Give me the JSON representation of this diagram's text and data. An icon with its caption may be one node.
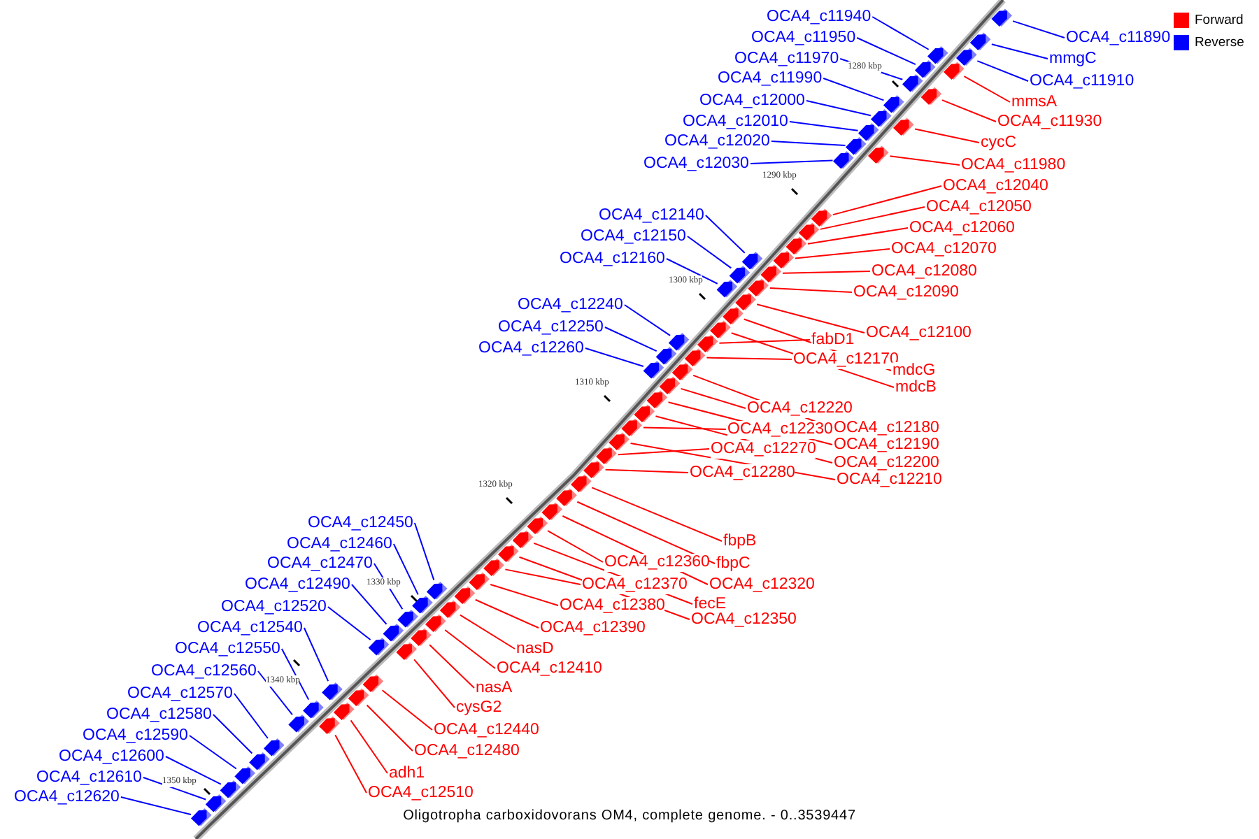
{
  "diagram": {
    "caption": "Oligotropha carboxidovorans OM4, complete genome. - 0..3539447",
    "nodes": [
      {
        "text": [
          "OCA4_c11940"
        ]
      },
      {
        "text": [
          "OCA4_c11950"
        ]
      },
      {
        "text": [
          "OCA4_c11970"
        ]
      },
      {
        "text": [
          "OCA4_c11990"
        ]
      },
      {
        "text": [
          "OCA4_c12000"
        ]
      },
      {
        "text": [
          "OCA4_c12010"
        ]
      },
      {
        "text": [
          "OCA4_c12020"
        ]
      },
      {
        "text": [
          "OCA4_c12030"
        ]
      },
      {
        "text": [
          "OCA4_c11890"
        ]
      },
      {
        "text": [
          "mmgC"
        ]
      },
      {
        "text": [
          "OCA4_c11910"
        ]
      },
      {
        "text": [
          "mmsA"
        ]
      },
      {
        "text": [
          "OCA4_c11930"
        ]
      },
      {
        "text": [
          "cycC"
        ]
      },
      {
        "text": [
          "OCA4_c11980"
        ]
      },
      {
        "text": [
          "OCA4_c12040"
        ]
      },
      {
        "text": [
          "OCA4_c12050"
        ]
      },
      {
        "text": [
          "OCA4_c12060"
        ]
      },
      {
        "text": [
          "OCA4_c12070"
        ]
      },
      {
        "text": [
          "OCA4_c12080"
        ]
      },
      {
        "text": [
          "OCA4_c12090"
        ]
      },
      {
        "text": [
          "OCA4_c12100"
        ]
      },
      {
        "text": [
          "fabD1"
        ]
      },
      {
        "text": [
          "OCA4_c12170"
        ]
      },
      {
        "text": [
          "mdcG"
        ]
      },
      {
        "text": [
          "mdcB"
        ]
      },
      {
        "text": [
          "OCA4_c12140"
        ]
      },
      {
        "text": [
          "OCA4_c12150"
        ]
      },
      {
        "text": [
          "OCA4_c12160"
        ]
      },
      {
        "text": [
          "OCA4_c12240"
        ]
      },
      {
        "text": [
          "OCA4_c12250"
        ]
      },
      {
        "text": [
          "OCA4_c12260"
        ]
      },
      {
        "text": [
          "OCA4_c12220"
        ]
      },
      {
        "text": [
          "OCA4_c12180"
        ]
      },
      {
        "text": [
          "OCA4_c12230"
        ]
      },
      {
        "text": [
          "OCA4_c12190"
        ]
      },
      {
        "text": [
          "OCA4_c12270"
        ]
      },
      {
        "text": [
          "OCA4_c12200"
        ]
      },
      {
        "text": [
          "OCA4_c12280"
        ]
      },
      {
        "text": [
          "OCA4_c12210"
        ]
      },
      {
        "text": [
          "fbpB"
        ]
      },
      {
        "text": [
          "fbpC"
        ]
      },
      {
        "text": [
          "OCA4_c12360"
        ]
      },
      {
        "text": [
          "OCA4_c12320"
        ]
      },
      {
        "text": [
          "OCA4_c12370"
        ]
      },
      {
        "text": [
          "fecE"
        ]
      },
      {
        "text": [
          "OCA4_c12380"
        ]
      },
      {
        "text": [
          "OCA4_c12350"
        ]
      },
      {
        "text": [
          "OCA4_c12390"
        ]
      },
      {
        "text": [
          "nasD"
        ]
      },
      {
        "text": [
          "OCA4_c12410"
        ]
      },
      {
        "text": [
          "nasA"
        ]
      },
      {
        "text": [
          "cysG2"
        ]
      },
      {
        "text": [
          "OCA4_c12440"
        ]
      },
      {
        "text": [
          "OCA4_c12480"
        ]
      },
      {
        "text": [
          "adh1"
        ]
      },
      {
        "text": [
          "OCA4_c12510"
        ]
      },
      {
        "text": [
          "OCA4_c12450"
        ]
      },
      {
        "text": [
          "OCA4_c12460"
        ]
      },
      {
        "text": [
          "OCA4_c12470"
        ]
      },
      {
        "text": [
          "OCA4_c12490"
        ]
      },
      {
        "text": [
          "OCA4_c12520"
        ]
      },
      {
        "text": [
          "OCA4_c12540"
        ]
      },
      {
        "text": [
          "OCA4_c12550"
        ]
      },
      {
        "text": [
          "OCA4_c12560"
        ]
      },
      {
        "text": [
          "OCA4_c12570"
        ]
      },
      {
        "text": [
          "OCA4_c12580"
        ]
      },
      {
        "text": [
          "OCA4_c12590"
        ]
      },
      {
        "text": [
          "OCA4_c12600"
        ]
      },
      {
        "text": [
          "OCA4_c12610"
        ]
      },
      {
        "text": [
          "OCA4_c12620"
        ]
      },
      {
        "text": [],
        "shape": "arrow"
      },
      {
        "text": [],
        "shape": "arrow"
      },
      {
        "text": [],
        "shape": "arrow"
      },
      {
        "text": [],
        "shape": "arrow"
      },
      {
        "text": [],
        "shape": "arrow"
      },
      {
        "text": [],
        "shape": "arrow"
      },
      {
        "text": [],
        "shape": "arrow"
      },
      {
        "text": [],
        "shape": "arrow"
      },
      {
        "text": [],
        "shape": "arrow"
      },
      {
        "text": [],
        "shape": "arrow"
      },
      {
        "text": [],
        "shape": "arrow"
      },
      {
        "text": [],
        "shape": "arrow"
      },
      {
        "text": [],
        "shape": "arrow"
      },
      {
        "text": [],
        "shape": "arrow"
      },
      {
        "text": [],
        "shape": "arrow"
      },
      {
        "text": [],
        "shape": "arrow"
      },
      {
        "text": [],
        "shape": "arrow"
      },
      {
        "text": [],
        "shape": "arrow"
      },
      {
        "text": [],
        "shape": "arrow"
      },
      {
        "text": [],
        "shape": "arrow"
      },
      {
        "text": [],
        "shape": "arrow"
      },
      {
        "text": [],
        "shape": "arrow"
      },
      {
        "text": [],
        "shape": "arrow"
      },
      {
        "text": [],
        "shape": "arrow"
      },
      {
        "text": [],
        "shape": "arrow"
      },
      {
        "text": [],
        "shape": "arrow"
      },
      {
        "text": [],
        "shape": "arrow"
      },
      {
        "text": [],
        "shape": "arrow"
      },
      {
        "text": [],
        "shape": "arrow"
      },
      {
        "text": [],
        "shape": "arrow"
      },
      {
        "text": [],
        "shape": "arrow"
      },
      {
        "text": [],
        "shape": "arrow"
      },
      {
        "text": [],
        "shape": "arrow"
      },
      {
        "text": [],
        "shape": "arrow"
      },
      {
        "text": [],
        "shape": "arrow"
      },
      {
        "text": [],
        "shape": "arrow"
      },
      {
        "text": [],
        "shape": "arrow"
      },
      {
        "text": [],
        "shape": "arrow"
      },
      {
        "text": [],
        "shape": "arrow"
      },
      {
        "text": [],
        "shape": "arrow"
      },
      {
        "text": [],
        "shape": "arrow"
      },
      {
        "text": [],
        "shape": "arrow"
      },
      {
        "text": [],
        "shape": "arrow"
      },
      {
        "text": [],
        "shape": "arrow"
      },
      {
        "text": [],
        "shape": "arrow"
      },
      {
        "text": [],
        "shape": "arrow"
      },
      {
        "text": [],
        "shape": "arrow"
      },
      {
        "text": [],
        "shape": "arrow"
      },
      {
        "text": [],
        "shape": "arrow"
      },
      {
        "text": [],
        "shape": "arrow"
      },
      {
        "text": [],
        "shape": "arrow"
      },
      {
        "text": [],
        "shape": "arrow"
      },
      {
        "text": [],
        "shape": "arrow"
      },
      {
        "text": [],
        "shape": "arrow"
      },
      {
        "text": [],
        "shape": "arrow"
      },
      {
        "text": [],
        "shape": "arrow"
      },
      {
        "text": [],
        "shape": "arrow"
      },
      {
        "text": [],
        "shape": "arrow"
      },
      {
        "text": [],
        "shape": "arrow"
      },
      {
        "text": [],
        "shape": "arrow"
      },
      {
        "text": [],
        "shape": "arrow"
      },
      {
        "text": [],
        "shape": "arrow"
      },
      {
        "text": [],
        "shape": "arrow"
      },
      {
        "text": [],
        "shape": "arrow"
      },
      {
        "text": [],
        "shape": "arrow"
      },
      {
        "text": [],
        "shape": "arrow"
      },
      {
        "text": [],
        "shape": "arrow"
      },
      {
        "text": [],
        "shape": "arrow"
      },
      {
        "text": [],
        "shape": "arrow"
      },
      {
        "text": [],
        "shape": "arrow"
      },
      {
        "text": [],
        "shape": "arrow"
      }
    ],
    "edges": [
      {
        "from": 0,
        "to": 71,
        "arrow": "none",
        "color": "#0000ff"
      },
      {
        "from": 1,
        "to": 72,
        "arrow": "none",
        "color": "#0000ff"
      },
      {
        "from": 2,
        "to": 73,
        "arrow": "none",
        "color": "#0000ff"
      },
      {
        "from": 3,
        "to": 74,
        "arrow": "none",
        "color": "#0000ff"
      },
      {
        "from": 4,
        "to": 75,
        "arrow": "none",
        "color": "#0000ff"
      },
      {
        "from": 5,
        "to": 76,
        "arrow": "none",
        "color": "#0000ff"
      },
      {
        "from": 6,
        "to": 77,
        "arrow": "none",
        "color": "#0000ff"
      },
      {
        "from": 7,
        "to": 78,
        "arrow": "none",
        "color": "#0000ff"
      },
      {
        "from": 8,
        "to": 79,
        "arrow": "none",
        "color": "#0000ff"
      },
      {
        "from": 9,
        "to": 80,
        "arrow": "none",
        "color": "#0000ff"
      },
      {
        "from": 10,
        "to": 81,
        "arrow": "none",
        "color": "#0000ff"
      },
      {
        "from": 11,
        "to": 82,
        "arrow": "none"
      },
      {
        "from": 12,
        "to": 83,
        "arrow": "none"
      },
      {
        "from": 13,
        "to": 84,
        "arrow": "none"
      },
      {
        "from": 14,
        "to": 85,
        "arrow": "none"
      },
      {
        "from": 15,
        "to": 86,
        "arrow": "none"
      },
      {
        "from": 16,
        "to": 87,
        "arrow": "none"
      },
      {
        "from": 17,
        "to": 88,
        "arrow": "none"
      },
      {
        "from": 18,
        "to": 89,
        "arrow": "none"
      },
      {
        "from": 19,
        "to": 90,
        "arrow": "none"
      },
      {
        "from": 20,
        "to": 91,
        "arrow": "none"
      },
      {
        "from": 21,
        "to": 92,
        "arrow": "none"
      },
      {
        "from": 22,
        "to": 93,
        "arrow": "none"
      },
      {
        "from": 23,
        "to": 94,
        "arrow": "none"
      },
      {
        "from": 24,
        "to": 95,
        "arrow": "none"
      },
      {
        "from": 25,
        "to": 96,
        "arrow": "none"
      },
      {
        "from": 26,
        "to": 97,
        "arrow": "none",
        "color": "#0000ff"
      },
      {
        "from": 27,
        "to": 98,
        "arrow": "none",
        "color": "#0000ff"
      },
      {
        "from": 28,
        "to": 99,
        "arrow": "none",
        "color": "#0000ff"
      },
      {
        "from": 29,
        "to": 100,
        "arrow": "none",
        "color": "#0000ff"
      },
      {
        "from": 30,
        "to": 101,
        "arrow": "none",
        "color": "#0000ff"
      },
      {
        "from": 31,
        "to": 102,
        "arrow": "none",
        "color": "#0000ff"
      },
      {
        "from": 32,
        "to": 103,
        "arrow": "none"
      },
      {
        "from": 33,
        "to": 104,
        "arrow": "none"
      },
      {
        "from": 34,
        "to": 105,
        "arrow": "none"
      },
      {
        "from": 35,
        "to": 106,
        "arrow": "none"
      },
      {
        "from": 36,
        "to": 107,
        "arrow": "none"
      },
      {
        "from": 37,
        "to": 108,
        "arrow": "none"
      },
      {
        "from": 38,
        "to": 109,
        "arrow": "none"
      },
      {
        "from": 39,
        "to": 110,
        "arrow": "none"
      },
      {
        "from": 40,
        "to": 111,
        "arrow": "none"
      },
      {
        "from": 41,
        "to": 112,
        "arrow": "none"
      },
      {
        "from": 42,
        "to": 113,
        "arrow": "none"
      },
      {
        "from": 43,
        "to": 114,
        "arrow": "none"
      },
      {
        "from": 44,
        "to": 115,
        "arrow": "none"
      },
      {
        "from": 45,
        "to": 116,
        "arrow": "none"
      },
      {
        "from": 46,
        "to": 117,
        "arrow": "none"
      },
      {
        "from": 47,
        "to": 118,
        "arrow": "none"
      },
      {
        "from": 48,
        "to": 119,
        "arrow": "none"
      },
      {
        "from": 49,
        "to": 120,
        "arrow": "none"
      },
      {
        "from": 50,
        "to": 121,
        "arrow": "none"
      },
      {
        "from": 51,
        "to": 122,
        "arrow": "none"
      },
      {
        "from": 52,
        "to": 123,
        "arrow": "none"
      },
      {
        "from": 53,
        "to": 124,
        "arrow": "none"
      },
      {
        "from": 54,
        "to": 125,
        "arrow": "none"
      },
      {
        "from": 55,
        "to": 126,
        "arrow": "none"
      },
      {
        "from": 56,
        "to": 127,
        "arrow": "none"
      },
      {
        "from": 57,
        "to": 128,
        "arrow": "none",
        "color": "#0000ff"
      },
      {
        "from": 58,
        "to": 129,
        "arrow": "none",
        "color": "#0000ff"
      },
      {
        "from": 59,
        "to": 130,
        "arrow": "none",
        "color": "#0000ff"
      },
      {
        "from": 60,
        "to": 131,
        "arrow": "none",
        "color": "#0000ff"
      },
      {
        "from": 61,
        "to": 132,
        "arrow": "none",
        "color": "#0000ff"
      },
      {
        "from": 62,
        "to": 133,
        "arrow": "none",
        "color": "#0000ff"
      },
      {
        "from": 63,
        "to": 134,
        "arrow": "none",
        "color": "#0000ff"
      },
      {
        "from": 64,
        "to": 135,
        "arrow": "none",
        "color": "#0000ff"
      },
      {
        "from": 65,
        "to": 136,
        "arrow": "none",
        "color": "#0000ff"
      },
      {
        "from": 66,
        "to": 137,
        "arrow": "none",
        "color": "#0000ff"
      },
      {
        "from": 67,
        "to": 138,
        "arrow": "none",
        "color": "#0000ff"
      },
      {
        "from": 68,
        "to": 139,
        "arrow": "none",
        "color": "#0000ff"
      },
      {
        "from": 69,
        "to": 140,
        "arrow": "none",
        "color": "#0000ff"
      },
      {
        "from": 70,
        "to": 141,
        "arrow": "none",
        "color": "#0000ff"
      }
    ],
    "labels": [
      "1280 kbp",
      "1290 kbp",
      "1300 kbp",
      "1310 kbp",
      "1320 kbp",
      "1330 kbp",
      "1340 kbp",
      "1350 kbp"
    ],
    "legend": [
      {
        "text": "Forward",
        "color": "#ff0000"
      },
      {
        "text": "Reverse",
        "color": "#0000ff"
      }
    ]
  }
}
